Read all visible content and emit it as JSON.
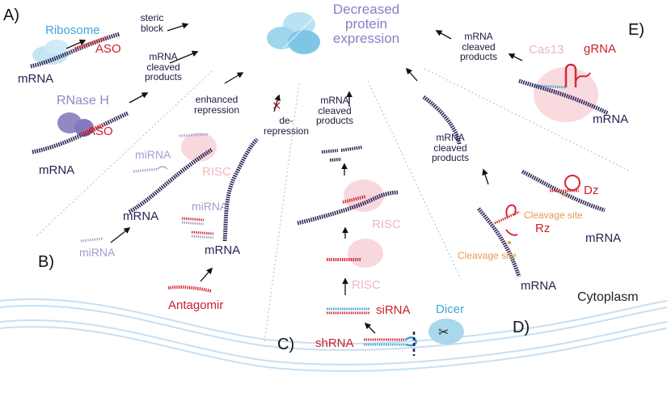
{
  "panels": {
    "a": "A)",
    "b": "B)",
    "c": "C)",
    "d": "D)",
    "e": "E)"
  },
  "outcome": {
    "line1": "Decreased",
    "line2": "protein",
    "line3": "expression"
  },
  "panel_a": {
    "ribosome": "Ribosome",
    "aso1": "ASO",
    "mrna1": "mRNA",
    "steric1": "steric",
    "steric2": "block",
    "cleaved1": "mRNA",
    "cleaved2": "cleaved",
    "cleaved3": "products",
    "rnaseh": "RNase H",
    "aso2": "ASO",
    "mrna2": "mRNA"
  },
  "panel_b": {
    "enh1": "enhanced",
    "enh2": "repression",
    "derep1": "de-",
    "derep2": "repression",
    "mirna_top": "miRNA",
    "risc": "RISC",
    "mirna_mid": "miRNA",
    "mrna_left": "mRNA",
    "mirna_bottom": "miRNA",
    "mrna_right": "mRNA",
    "antagomir": "Antagomir"
  },
  "panel_c": {
    "cleaved1": "mRNA",
    "cleaved2": "cleaved",
    "cleaved3": "products",
    "risc_top": "RISC",
    "risc_bottom": "RISC",
    "sirna": "siRNA",
    "shrna": "shRNA",
    "dicer": "Dicer"
  },
  "panel_d": {
    "cleaved1": "mRNA",
    "cleaved2": "cleaved",
    "cleaved3": "products",
    "dz": "Dz",
    "cleavage1": "Cleavage site",
    "rz": "Rz",
    "cleavage2": "Cleavage site",
    "mrna_right": "mRNA",
    "mrna_bottom": "mRNA"
  },
  "panel_e": {
    "cleaved1": "mRNA",
    "cleaved2": "cleaved",
    "cleaved3": "products",
    "cas13": "Cas13",
    "grna": "gRNA",
    "mrna": "mRNA"
  },
  "cytoplasm": "Cytoplasm",
  "colors": {
    "mrna": "#2f2456",
    "aso_red": "#d42a34",
    "risc_pink": "#f7d4d9",
    "ribosome_blue": "#b9e1ef",
    "rnaseh_purple": "#9289c4",
    "mirna_lavender": "#a89dd0",
    "membrane_blue": "#c8dff0",
    "cloud_blue": "#7fc6e6",
    "dicer_blue": "#a9d7ec",
    "guide_blue": "#3ea6d8"
  }
}
